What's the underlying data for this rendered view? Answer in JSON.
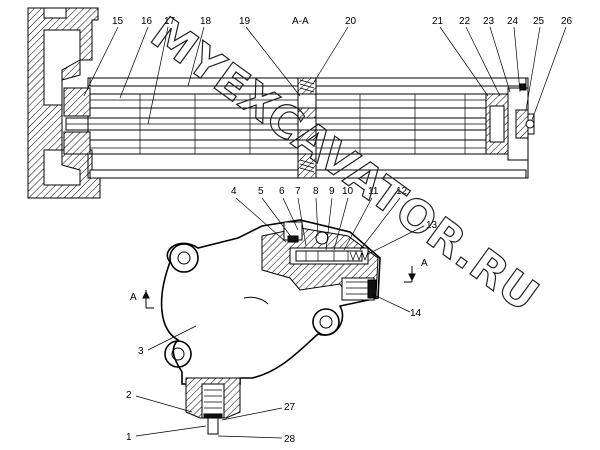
{
  "section_label": "А-А",
  "section_mark": "А",
  "watermark": "MYEXCAVATOR.RU",
  "callouts": {
    "n1": "1",
    "n2": "2",
    "n3": "3",
    "n4": "4",
    "n5": "5",
    "n6": "6",
    "n7": "7",
    "n8": "8",
    "n9": "9",
    "n10": "10",
    "n11": "11",
    "n12": "12",
    "n13": "13",
    "n14": "14",
    "n15": "15",
    "n16": "16",
    "n17": "17",
    "n18": "18",
    "n19": "19",
    "n20": "20",
    "n21": "21",
    "n22": "22",
    "n23": "23",
    "n24": "24",
    "n25": "25",
    "n26": "26",
    "n27": "27",
    "n28": "28"
  }
}
